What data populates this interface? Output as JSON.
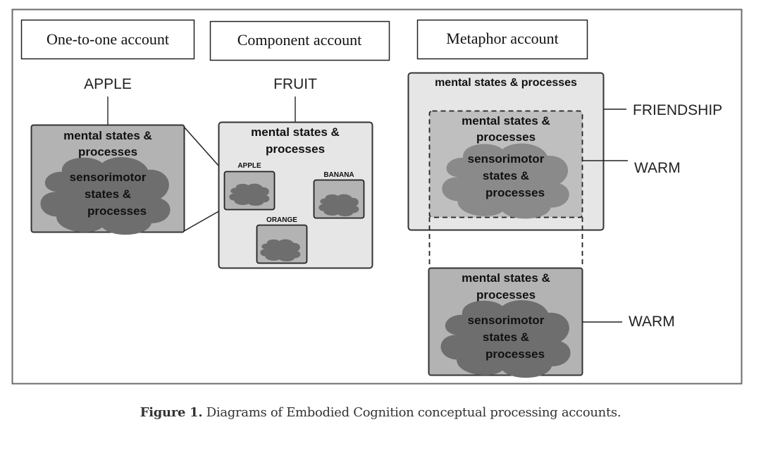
{
  "panels": {
    "one_to_one": {
      "title": "One-to-one account",
      "concept": "APPLE",
      "box_label_line1": "mental states &",
      "box_label_line2": "processes",
      "cloud_line1": "sensorimotor",
      "cloud_line2": "states &",
      "cloud_line3": "processes"
    },
    "component": {
      "title": "Component account",
      "concept": "FRUIT",
      "box_label_line1": "mental states &",
      "box_label_line2": "processes",
      "sub_boxes": [
        {
          "label": "APPLE"
        },
        {
          "label": "BANANA"
        },
        {
          "label": "ORANGE"
        }
      ]
    },
    "metaphor": {
      "title": "Metaphor account",
      "outer_label": "mental states & processes",
      "outer_concept": "FRIENDSHIP",
      "inner_concept": "WARM",
      "inner_label_line1": "mental states &",
      "inner_label_line2": "processes",
      "inner_cloud_line1": "sensorimotor",
      "inner_cloud_line2": "states &",
      "inner_cloud_line3": "processes",
      "bottom_concept": "WARM",
      "bottom_label_line1": "mental states &",
      "bottom_label_line2": "processes",
      "bottom_cloud_line1": "sensorimotor",
      "bottom_cloud_line2": "states &",
      "bottom_cloud_line3": "processes"
    }
  },
  "colors": {
    "frame": "#6b6b6b",
    "outline": "#333333",
    "light_fill": "#e6e6e6",
    "mid_fill": "#bfbfbf",
    "dark_fill": "#b3b3b3",
    "cloud_fill": "#6e6e6e",
    "cloud_fill_light": "#8a8a8a"
  },
  "caption": {
    "label": "Figure 1.",
    "text": " Diagrams of Embodied Cognition conceptual processing accounts."
  }
}
